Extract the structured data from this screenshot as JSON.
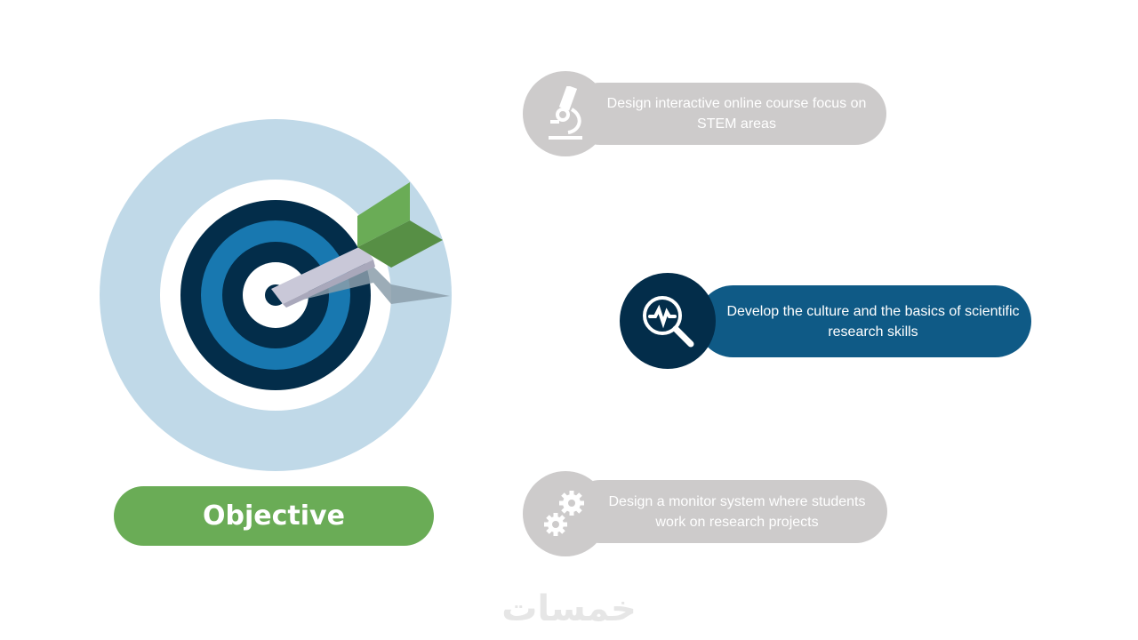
{
  "objective_label": "Objective",
  "items": [
    {
      "text": "Design interactive online course focus on STEM areas",
      "icon": "microscope-icon"
    },
    {
      "text": "Develop the culture and the basics of scientific research skills",
      "icon": "magnifier-pulse-icon"
    },
    {
      "text": "Design a monitor system where students work on research projects",
      "icon": "gears-icon"
    }
  ],
  "colors": {
    "gray": "#cdcbcb",
    "dark": "#032d4a",
    "blue": "#0f5a86",
    "green": "#6aac56",
    "light_blue": "#c0d9e8"
  },
  "watermark": "خمسات"
}
